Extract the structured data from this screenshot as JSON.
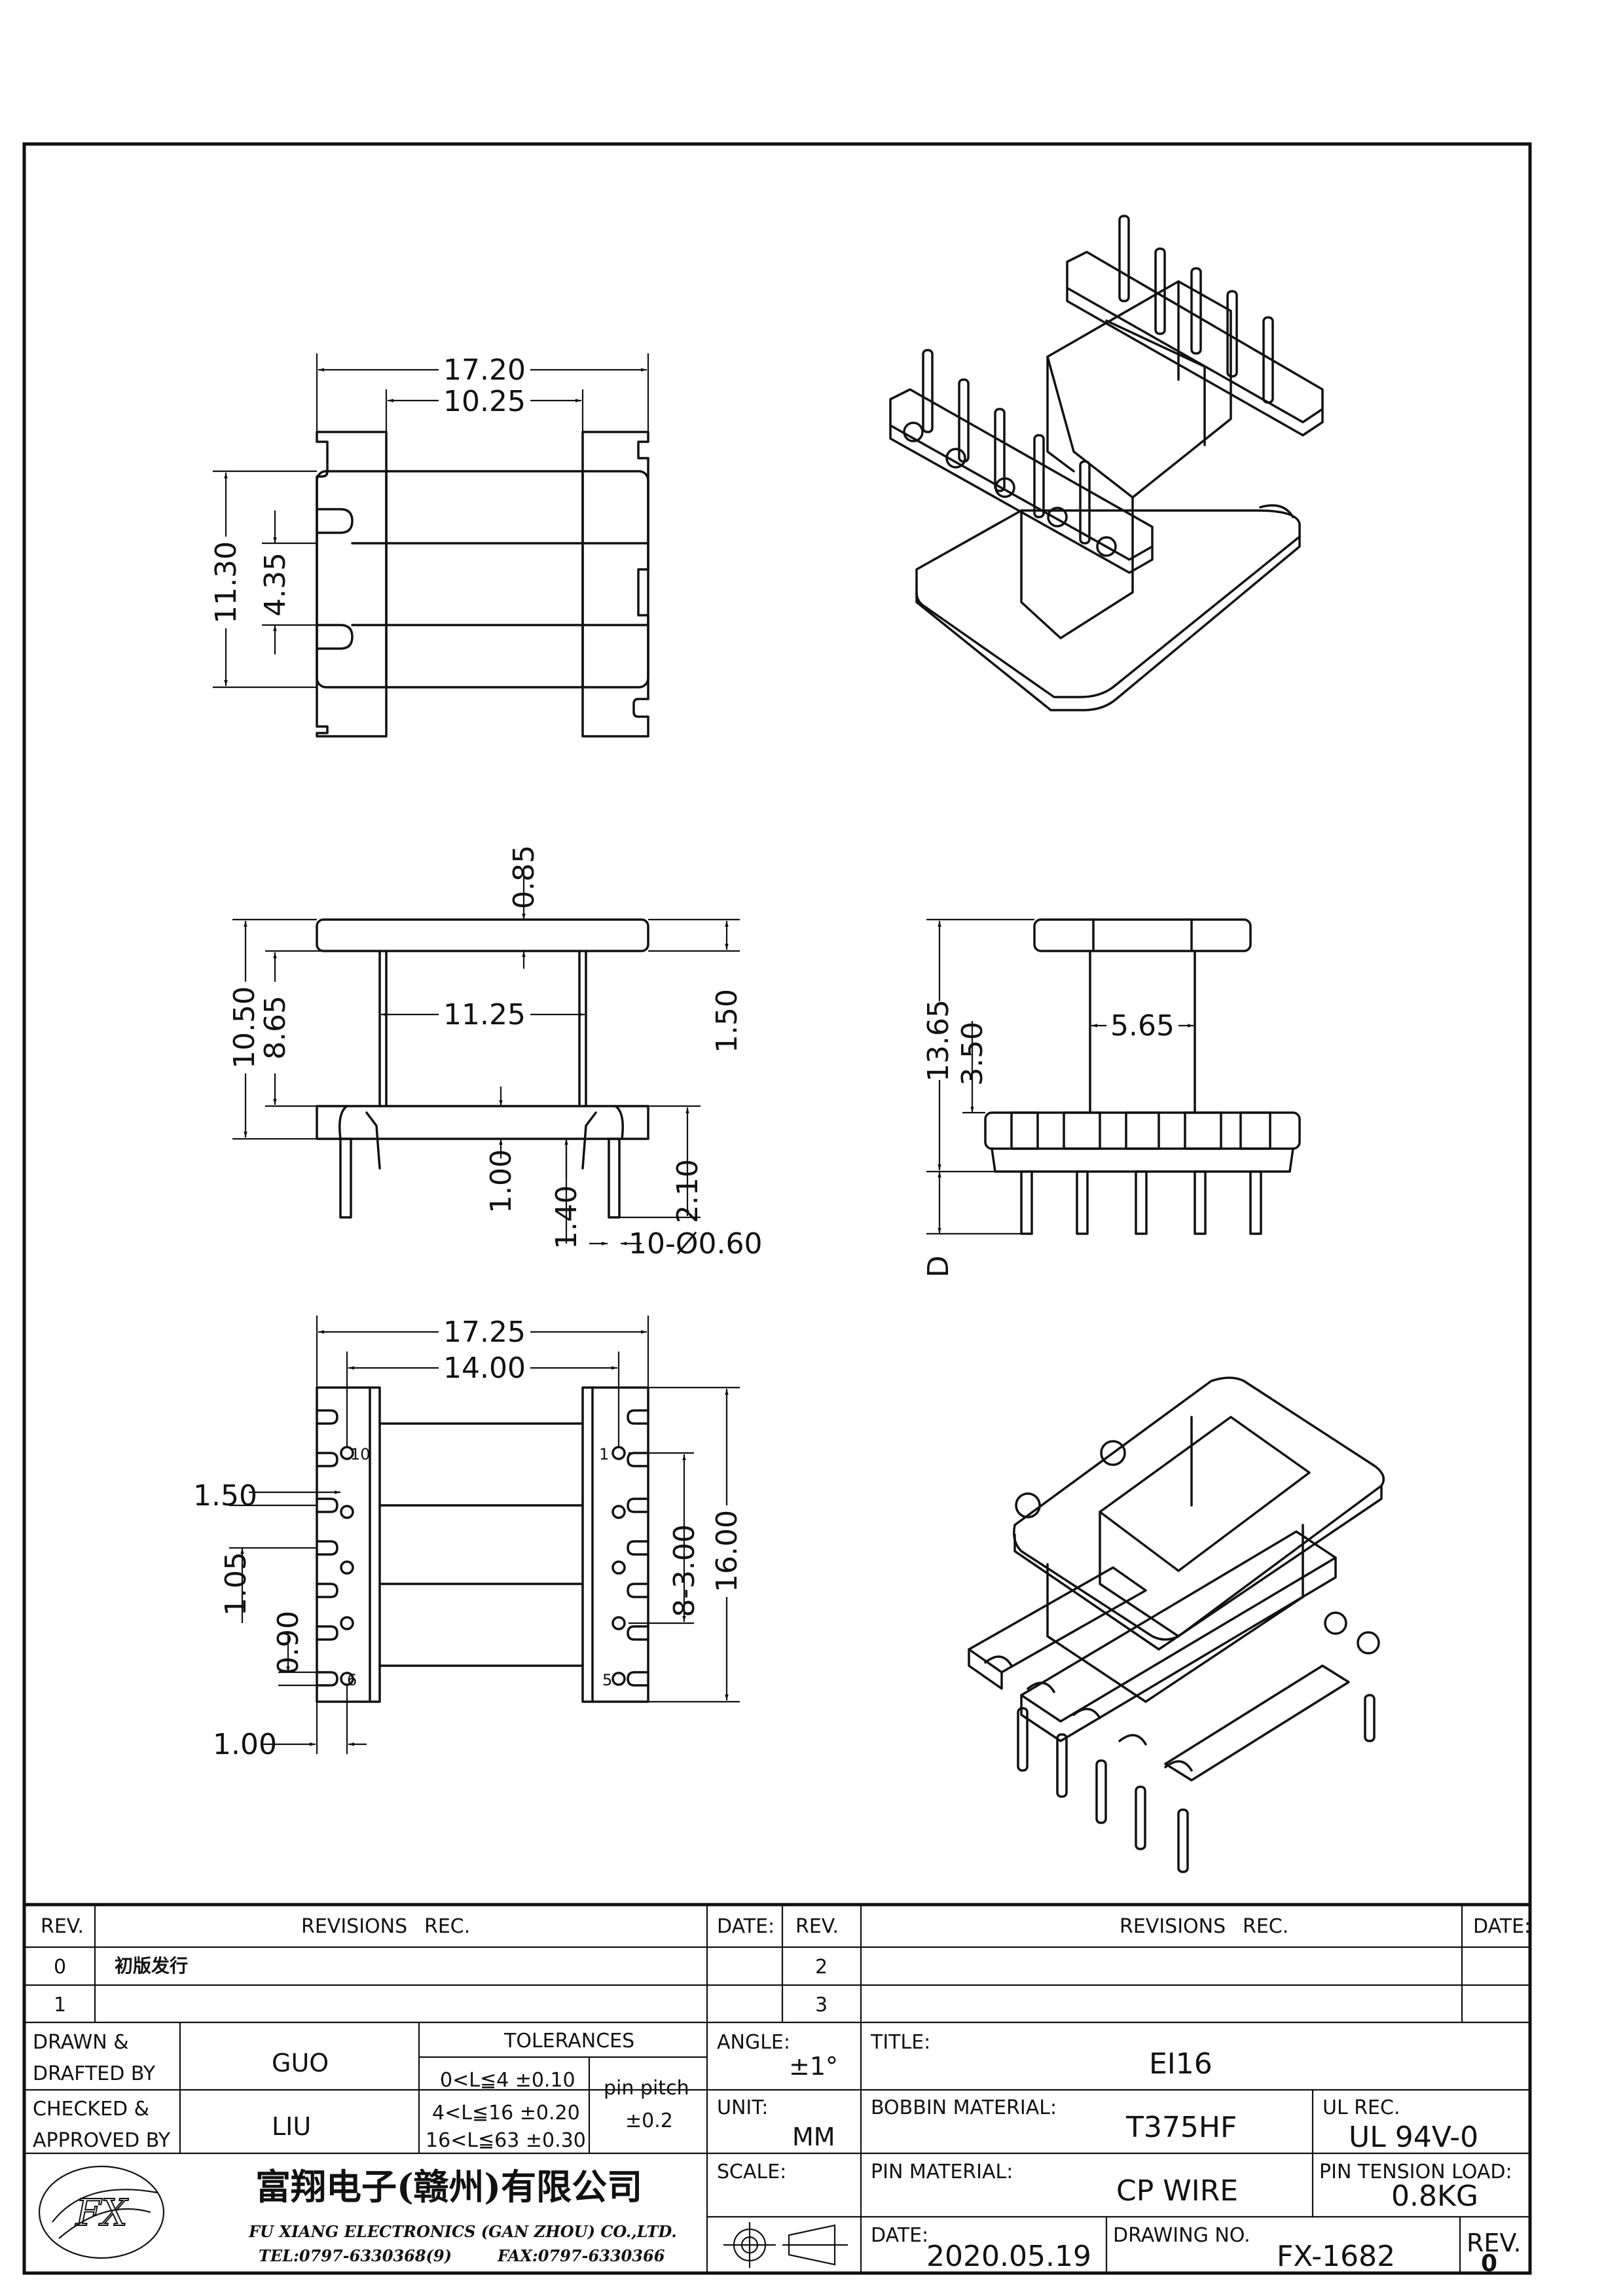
{
  "dimensions": {
    "top_view": {
      "overall_width": "17.20",
      "inner_width": "10.25",
      "height": "11.30",
      "slot": "4.35"
    },
    "front_view": {
      "flange_gap": "0.85",
      "overall_height": "10.50",
      "inner_height": "8.65",
      "core_width": "11.25",
      "flange_thk": "1.50",
      "base_thk": "1.00",
      "pin_len": "2.10",
      "pin_offset": "1.40",
      "pin_spec": "10-Ø0.60"
    },
    "side_view": {
      "total_height": "13.65",
      "base_height": "3.50",
      "core_depth": "5.65",
      "pin_length_label": "D"
    },
    "pin_view": {
      "overall_width": "17.25",
      "pin_row_span": "14.00",
      "pin_pitch": "1.50",
      "slot": "1.05",
      "slot_w": "0.90",
      "edge": "1.00",
      "pitch_total": "8-3.00",
      "length": "16.00",
      "pin_labels": [
        "10",
        "6",
        "1",
        "5"
      ]
    }
  },
  "title_block": {
    "rev_header": "REV.",
    "revisions_header": "REVISIONS",
    "rec_header": "REC.",
    "date_header": "DATE:",
    "rev_rows_left": [
      {
        "rev": "0",
        "desc": "初版发行"
      },
      {
        "rev": "1",
        "desc": ""
      }
    ],
    "rev_rows_right": [
      {
        "rev": "2"
      },
      {
        "rev": "3"
      }
    ],
    "drawn_label_1": "DRAWN &",
    "drawn_label_2": "DRAFTED BY",
    "drawn_value": "GUO",
    "checked_label_1": "CHECKED &",
    "checked_label_2": "APPROVED BY",
    "checked_value": "LIU",
    "tolerances_header": "TOLERANCES",
    "tol_rows": [
      "0<L≦4   ±0.10",
      "4<L≦16  ±0.20",
      "16<L≦63  ±0.30"
    ],
    "pin_pitch_label": "pin pitch",
    "pin_pitch_value": "±0.2",
    "angle_label": "ANGLE:",
    "angle_value": "±1°",
    "unit_label": "UNIT:",
    "unit_value": "MM",
    "scale_label": "SCALE:",
    "title_label": "TITLE:",
    "title_value": "EI16",
    "bobbin_label": "BOBBIN MATERIAL:",
    "bobbin_value": "T375HF",
    "ul_label": "UL REC.",
    "ul_value": "UL 94V-0",
    "pin_material_label": "PIN MATERIAL:",
    "pin_material_value": "CP WIRE",
    "tension_label": "PIN TENSION LOAD:",
    "tension_value": "0.8KG",
    "date_label": "DATE:",
    "date_value": "2020.05.19",
    "drawing_no_label": "DRAWING NO.",
    "drawing_no_value": "FX-1682",
    "rev_label": "REV.",
    "rev_value": "0",
    "company_cn": "富翔电子(赣州)有限公司",
    "company_en": "FU XIANG ELECTRONICS (GAN ZHOU) CO.,LTD.",
    "tel": "TEL:0797-6330368(9)",
    "fax": "FAX:0797-6330366"
  }
}
